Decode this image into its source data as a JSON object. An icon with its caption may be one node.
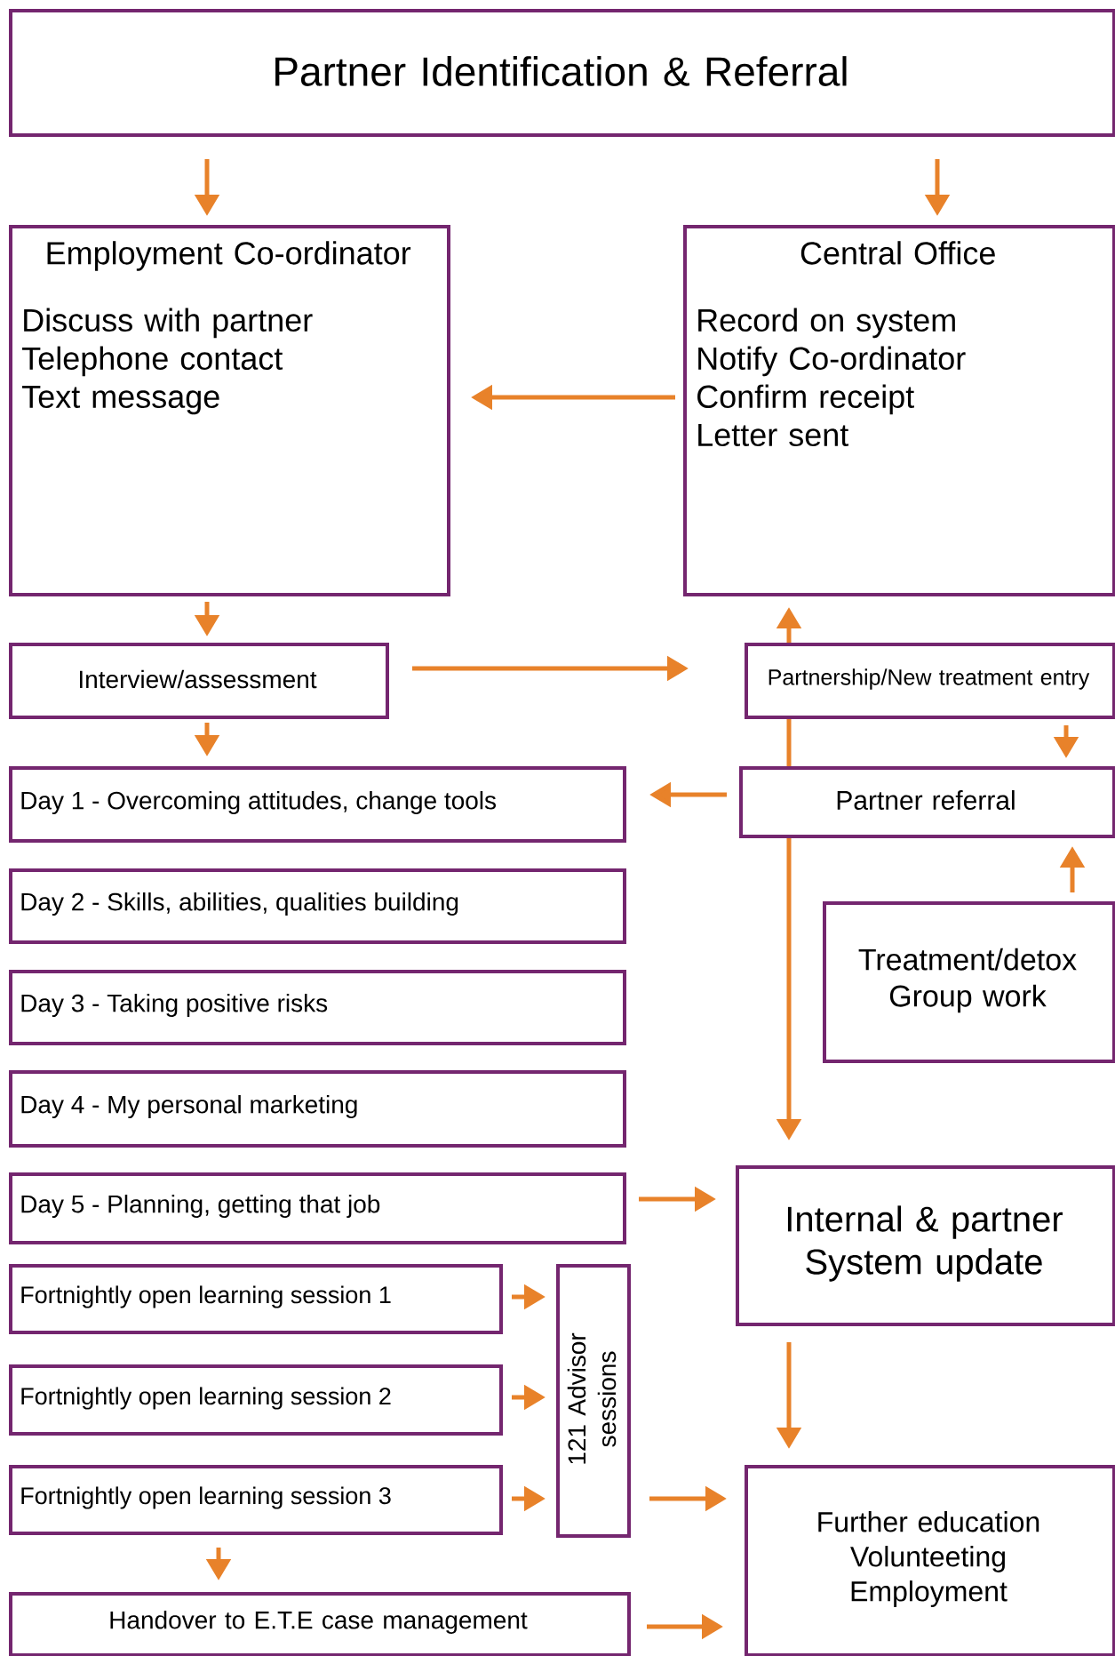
{
  "diagram": {
    "nodes": [
      {
        "text": [
          "Partner Identification & Referral"
        ]
      },
      {
        "text": [
          "Employment Co-ordinator",
          "Discuss with partner",
          "Telephone contact",
          "Text message"
        ]
      },
      {
        "text": [
          "Central Office",
          "Record on system",
          "Notify Co-ordinator",
          "Confirm receipt",
          "Letter sent"
        ]
      },
      {
        "text": [
          "Interview/assessment"
        ]
      },
      {
        "text": [
          "Partnership/New treatment entry"
        ]
      },
      {
        "text": [
          "Day 1 - Overcoming attitudes, change tools"
        ]
      },
      {
        "text": [
          "Partner referral"
        ]
      },
      {
        "text": [
          "Day 2 - Skills, abilities, qualities building"
        ]
      },
      {
        "text": [
          "Treatment/detox",
          "Group work"
        ]
      },
      {
        "text": [
          "Day 3 - Taking positive risks"
        ]
      },
      {
        "text": [
          "Day 4 - My personal marketing"
        ]
      },
      {
        "text": [
          "Day 5 - Planning, getting that job"
        ]
      },
      {
        "text": [
          "Internal & partner",
          "System update"
        ]
      },
      {
        "text": [
          "Fortnightly open learning session 1"
        ]
      },
      {
        "text": [
          "121 Advisor sessions"
        ]
      },
      {
        "text": [
          "Fortnightly open learning session 2"
        ]
      },
      {
        "text": [
          "Fortnightly open learning session 3"
        ]
      },
      {
        "text": [
          "Further education",
          "Volunteeting",
          "Employment"
        ]
      },
      {
        "text": [
          "Handover to E.T.E case management"
        ]
      }
    ],
    "edges": [
      {
        "from": 0,
        "to": 1,
        "arrow": "to"
      },
      {
        "from": 0,
        "to": 2,
        "arrow": "to"
      },
      {
        "from": 2,
        "to": 1,
        "arrow": "to"
      },
      {
        "from": 1,
        "to": 3,
        "arrow": "to"
      },
      {
        "from": 3,
        "to": 4,
        "arrow": "to"
      },
      {
        "from": 3,
        "to": 5,
        "arrow": "to"
      },
      {
        "from": 4,
        "to": 6,
        "arrow": "to"
      },
      {
        "from": 6,
        "to": 5,
        "arrow": "to"
      },
      {
        "from": 4,
        "to": 2,
        "arrow": "to"
      },
      {
        "from": 4,
        "to": 6,
        "arrow": "none"
      },
      {
        "from": 6,
        "to": 12,
        "arrow": "to"
      },
      {
        "from": 8,
        "to": 6,
        "arrow": "to"
      },
      {
        "from": 11,
        "to": 12,
        "arrow": "to"
      },
      {
        "from": 13,
        "to": 14,
        "arrow": "to"
      },
      {
        "from": 15,
        "to": 14,
        "arrow": "to"
      },
      {
        "from": 16,
        "to": 14,
        "arrow": "to"
      },
      {
        "from": 12,
        "to": 17,
        "arrow": "to"
      },
      {
        "from": 14,
        "to": 17,
        "arrow": "to"
      },
      {
        "from": 16,
        "to": 18,
        "arrow": "to"
      },
      {
        "from": 18,
        "to": 17,
        "arrow": "to"
      }
    ]
  }
}
